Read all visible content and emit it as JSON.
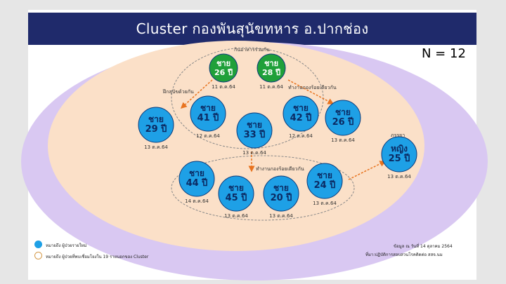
{
  "title": "Cluster กองพันสุนัขทหาร อ.ปากช่อง",
  "n_label": "N = 12",
  "labels": {
    "eat_together": "กินอาหารร่วมกัน",
    "close_contact": "ฝึกสุนัขด้วยกัน",
    "same_unit_1": "ทำงานกองร้อยเดียวกัน",
    "same_unit_2": "ทำงานกองร้อยเดียวกัน",
    "wife": "ภรรยา"
  },
  "cases": [
    {
      "id": "c1",
      "sex": "ชาย",
      "age": "26 ปี",
      "date": "11 ต.ค.64",
      "color": "#1fa03a"
    },
    {
      "id": "c2",
      "sex": "ชาย",
      "age": "28 ปี",
      "date": "11 ต.ค.64",
      "color": "#1fa03a"
    },
    {
      "id": "c3",
      "sex": "ชาย",
      "age": "29 ปี",
      "date": "13 ต.ค.64",
      "color": "#1ea0e6"
    },
    {
      "id": "c4",
      "sex": "ชาย",
      "age": "41 ปี",
      "date": "12 ต.ค.64",
      "color": "#1ea0e6"
    },
    {
      "id": "c5",
      "sex": "ชาย",
      "age": "33 ปี",
      "date": "13 ต.ค.64",
      "color": "#1ea0e6"
    },
    {
      "id": "c6",
      "sex": "ชาย",
      "age": "42 ปี",
      "date": "12 ต.ค.64",
      "color": "#1ea0e6"
    },
    {
      "id": "c7",
      "sex": "ชาย",
      "age": "26 ปี",
      "date": "13 ต.ค.64",
      "color": "#1ea0e6"
    },
    {
      "id": "c8",
      "sex": "หญิง",
      "age": "25 ปี",
      "date": "13 ต.ค.64",
      "color": "#1ea0e6"
    },
    {
      "id": "c9",
      "sex": "ชาย",
      "age": "44 ปี",
      "date": "14 ต.ค.64",
      "color": "#1ea0e6"
    },
    {
      "id": "c10",
      "sex": "ชาย",
      "age": "45 ปี",
      "date": "13 ต.ค.64",
      "color": "#1ea0e6"
    },
    {
      "id": "c11",
      "sex": "ชาย",
      "age": "20 ปี",
      "date": "13 ต.ค.64",
      "color": "#1ea0e6"
    },
    {
      "id": "c12",
      "sex": "ชาย",
      "age": "24 ปี",
      "date": "13 ต.ค.64",
      "color": "#1ea0e6"
    }
  ],
  "legend": {
    "new_case": "หมายถึง ผู้ป่วยรายใหม่",
    "cluster_case": "หมายถึง ผู้ป่วยที่พบเชื่อมโยงใน 19 รายนอกของ Cluster"
  },
  "source": {
    "line1": "ข้อมูล ณ วันที่ 14 ตุลาคม 2564",
    "line2": "ที่มา:ปฏิบัติการสอบสวนโรคติดต่อ สสจ.นม"
  },
  "colors": {
    "title_bg": "#1f2a6b",
    "outer_ellipse": "#d9c8f2",
    "inner_ellipse": "#fbe0c8",
    "green": "#1fa03a",
    "blue": "#1ea0e6",
    "arrow": "#e8731f"
  }
}
